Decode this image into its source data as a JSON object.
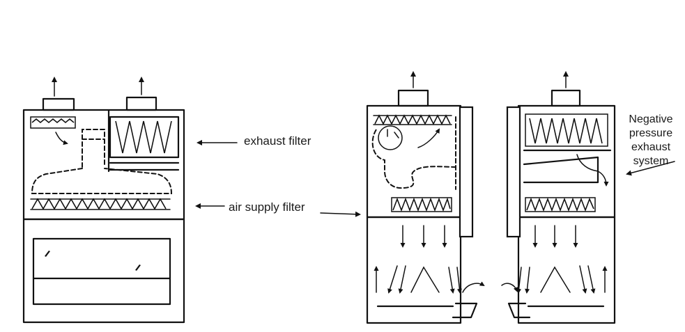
{
  "labels": {
    "exhaust_filter": "exhaust filter",
    "air_supply_filter": "air supply filter",
    "negative_pressure_line1": "Negative",
    "negative_pressure_line2": "pressure",
    "negative_pressure_line3": "exhaust",
    "negative_pressure_line4": "system"
  },
  "colors": {
    "line": "#111111",
    "background": "#ffffff"
  }
}
